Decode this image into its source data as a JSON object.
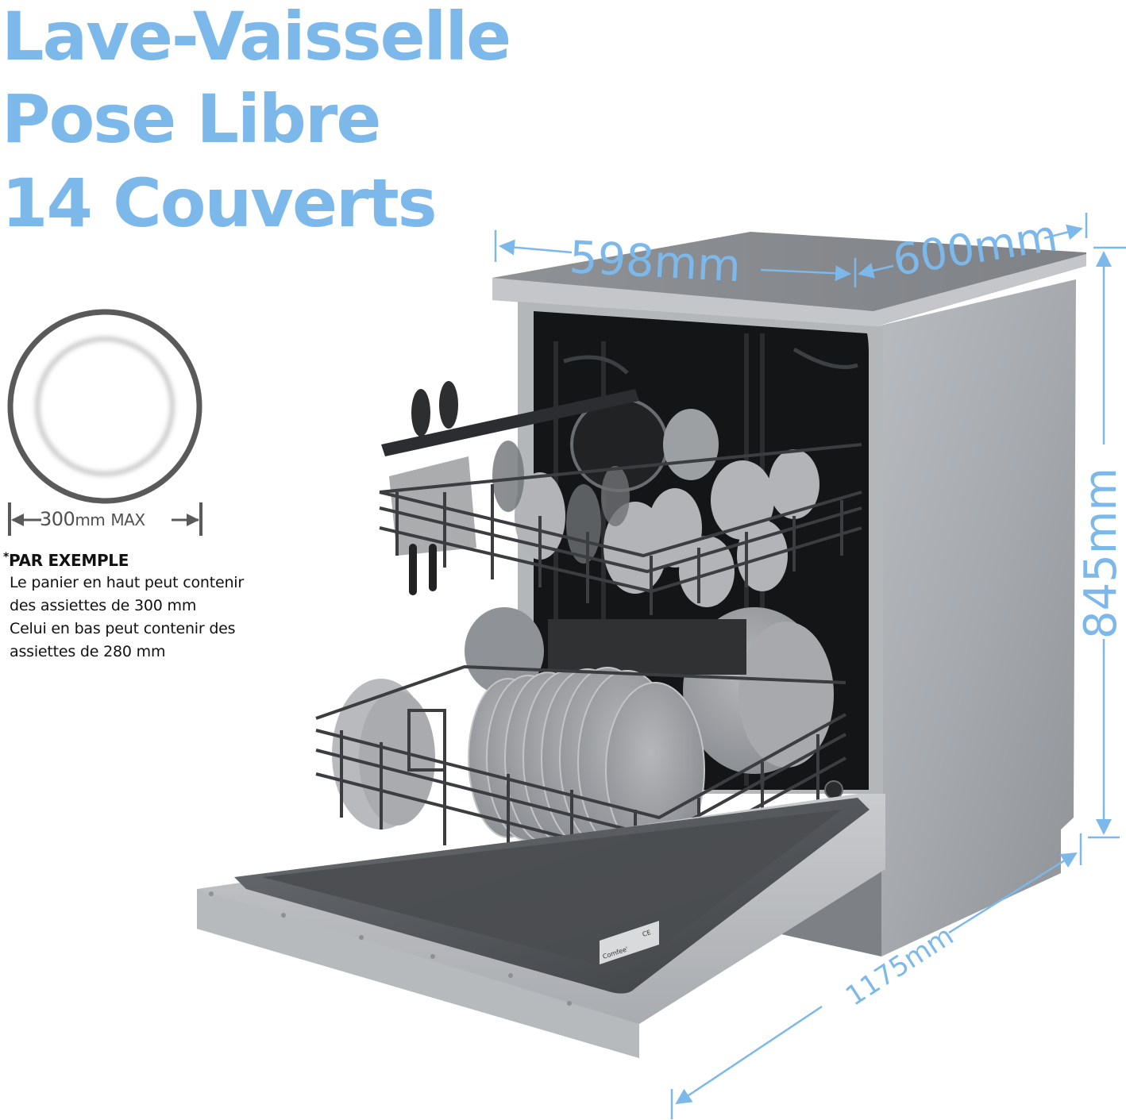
{
  "headline": {
    "line1": "Lave-Vaisselle",
    "line2": "Pose Libre",
    "line3": "14 Couverts",
    "color": "#7db8ea"
  },
  "plate": {
    "size_value": "300",
    "size_unit": "mm",
    "size_suffix": "MAX"
  },
  "note": {
    "marker": "*",
    "heading": "PAR EXEMPLE",
    "lines": [
      "Le panier en haut peut contenir",
      "des assiettes de 300 mm",
      "Celui en bas peut contenir des",
      "assiettes de 280 mm"
    ]
  },
  "dimensions": {
    "width": "598mm",
    "depth": "600mm",
    "height": "845mm",
    "open_depth": "1175mm",
    "line_color": "#7db8ea"
  },
  "product": {
    "door_label_brand": "Comfee'",
    "door_label_mark": "CE"
  }
}
